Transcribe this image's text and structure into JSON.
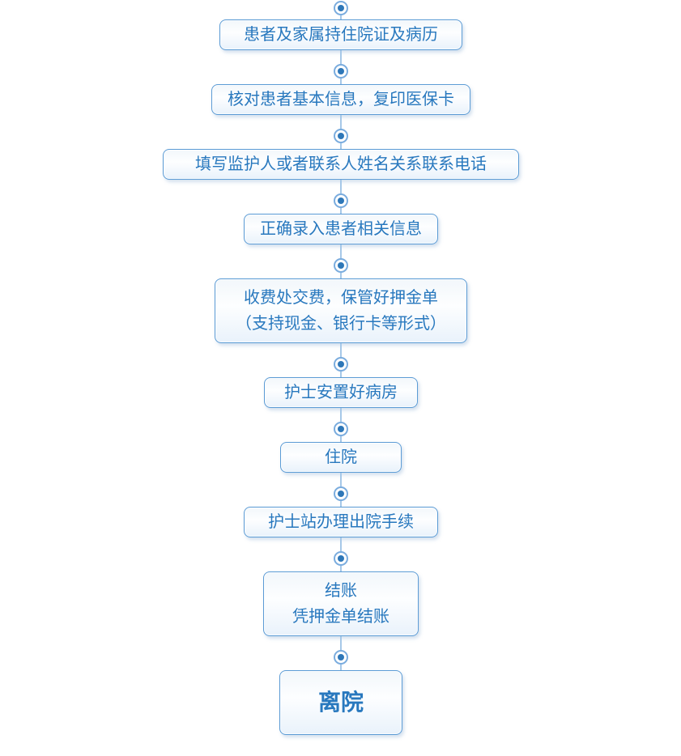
{
  "diagram": {
    "type": "flowchart",
    "direction": "top-down",
    "nodes": [
      {
        "lines": [
          "患者及家属持住院证及病历"
        ]
      },
      {
        "lines": [
          "核对患者基本信息，复印医保卡"
        ]
      },
      {
        "lines": [
          "填写监护人或者联系人姓名关系联系电话"
        ]
      },
      {
        "lines": [
          "正确录入患者相关信息"
        ]
      },
      {
        "lines": [
          "收费处交费，保管好押金单",
          "（支持现金、银行卡等形式）"
        ]
      },
      {
        "lines": [
          "护士安置好病房"
        ]
      },
      {
        "lines": [
          "住院"
        ]
      },
      {
        "lines": [
          "护士站办理出院手续"
        ]
      },
      {
        "lines": [
          "结账",
          "凭押金单结账"
        ]
      },
      {
        "lines": [
          "离院"
        ]
      }
    ],
    "colors": {
      "node_text": "#2878BE",
      "node_border": "#5B9BD5",
      "node_background_top": "#F2F7FB",
      "node_background_bottom": "#E9F2FB",
      "dot_fill": "#2E77B8",
      "dot_ring": "#7AACDE",
      "connector_line": "#A6C8E8"
    }
  }
}
